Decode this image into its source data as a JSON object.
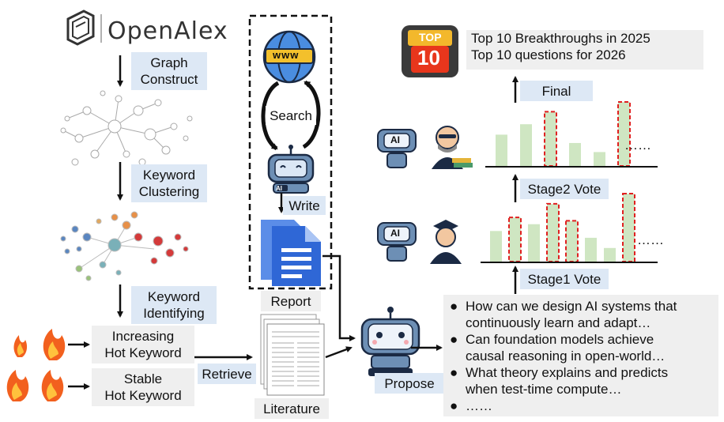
{
  "source": {
    "logo_text": "OpenAlex"
  },
  "steps": {
    "graph_construct": [
      "Graph",
      "Construct"
    ],
    "keyword_clustering": [
      "Keyword",
      "Clustering"
    ],
    "keyword_identifying": [
      "Keyword",
      "Identifying"
    ]
  },
  "hot_keywords": {
    "increasing": [
      "Increasing",
      "Hot Keyword"
    ],
    "stable": [
      "Stable",
      "Hot Keyword"
    ]
  },
  "agent_loop": {
    "search_label": "Search",
    "write_label": "Write",
    "report_label": "Report",
    "www_label": "www",
    "ai_badge": "AI"
  },
  "literature": {
    "retrieve_label": "Retrieve",
    "literature_label": "Literature"
  },
  "propose_label": "Propose",
  "questions": [
    {
      "bullet": "●",
      "lines": [
        "How can we design AI systems that",
        "continuously learn and adapt…"
      ]
    },
    {
      "bullet": "●",
      "lines": [
        "Can foundation models achieve",
        "causal reasoning in open-world…"
      ]
    },
    {
      "bullet": "●",
      "lines": [
        "What theory explains and predicts",
        "when test-time compute…"
      ]
    },
    {
      "bullet": "●",
      "lines": [
        "……"
      ]
    }
  ],
  "voting": {
    "stage1_label": "Stage1 Vote",
    "stage2_label": "Stage2 Vote",
    "final_label": "Final",
    "ai_badge": "AI",
    "ellipsis": "……",
    "stage1_bars": [
      {
        "height": 0.45,
        "selected": false
      },
      {
        "height": 0.65,
        "selected": true
      },
      {
        "height": 0.55,
        "selected": false
      },
      {
        "height": 0.85,
        "selected": true
      },
      {
        "height": 0.6,
        "selected": true
      },
      {
        "height": 0.35,
        "selected": false
      },
      {
        "height": 0.2,
        "selected": false
      },
      {
        "height": 1.0,
        "selected": true
      }
    ],
    "stage2_bars": [
      {
        "height": 0.45,
        "selected": false
      },
      {
        "height": 0.6,
        "selected": false
      },
      {
        "height": 0.78,
        "selected": true
      },
      {
        "height": 0.33,
        "selected": false
      },
      {
        "height": 0.2,
        "selected": false
      },
      {
        "height": 0.92,
        "selected": true
      }
    ]
  },
  "top10": {
    "badge_top": "TOP",
    "badge_num": "10",
    "lines": [
      "Top 10 Breakthroughs in 2025",
      "Top 10 questions for 2026"
    ]
  },
  "colors": {
    "bar_fill": "#cfe6c2",
    "selected_outline": "#e02020",
    "label_blue": "#dde8f5",
    "label_gray": "#efefef",
    "doc_blue": "#2f67d6",
    "robot_body": "#6d8fb5",
    "flame": "#f2601e"
  }
}
